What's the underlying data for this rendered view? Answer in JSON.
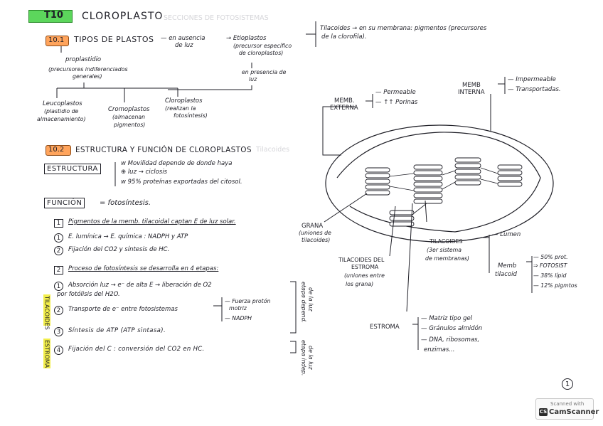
{
  "header": {
    "tag": "T10",
    "title": "CLOROPLASTO"
  },
  "ghost": [
    "SECCIONES DE FOTOSISTEMAS",
    "Tilacoides"
  ],
  "s1": {
    "num": "10.1",
    "title": "TIPOS DE PLASTOS",
    "ausencia": [
      "— en ausencia",
      "de luz"
    ],
    "etioplastos": [
      "→ Etioplastos",
      "(precursor específico",
      "de cloroplastos)"
    ],
    "tilacoides_note": [
      "Tilacoides → en su membrana: pigmentos (precursores",
      "de la clorofila)."
    ],
    "presencia": [
      "en presencia de",
      "luz"
    ],
    "proplastidio": [
      "proplastidio",
      "(precursores indiferenciados",
      "generales)"
    ],
    "leucoplastos": [
      "Leucoplastos",
      "(plastidio de",
      "almacenamiento)"
    ],
    "cromoplastos": [
      "Cromoplastos",
      "(almacenan",
      "pigmentos)"
    ],
    "cloroplastos": [
      "Cloroplastos",
      "(realizan la",
      "fotosíntesis)"
    ]
  },
  "s2": {
    "num": "10.2",
    "title": "ESTRUCTURA Y FUNCIÓN DE CLOROPLASTOS",
    "estructura_label": "ESTRUCTURA",
    "estructura": [
      "w Movilidad depende de donde haya",
      "⊕ luz → ciclosis",
      "w 95% proteínas exportadas del citosol."
    ],
    "funcion_label": "FUNCIÓN",
    "funcion_eq": "= fotosíntesis.",
    "p1": {
      "num": "1",
      "text": "Pigmentos de la memb. tilacoidal captan E de luz solar."
    },
    "p1_items": [
      {
        "num": "1",
        "text": "E. lumínica → E. química : NADPH y ATP"
      },
      {
        "num": "2",
        "text": "Fijación del CO2 y síntesis de HC."
      }
    ],
    "p2": {
      "num": "2",
      "text": "Proceso de fotosíntesis se desarrolla en 4 etapas:"
    },
    "etapas": [
      {
        "num": "1",
        "text": "Absorción luz → e⁻ de alta E → liberación de O2",
        "text2": "por fotólisis del H2O."
      },
      {
        "num": "2",
        "text": "Transporte de e⁻ entre fotosistemas"
      },
      {
        "num": "3",
        "text": "Síntesis de ATP (ATP sintasa)."
      },
      {
        "num": "4",
        "text": "Fijación del C : conversión del CO2 en HC."
      }
    ],
    "transporte_out": [
      "— Fuerza protón",
      "motriz",
      "— NADPH"
    ],
    "dep_luz": [
      "etapa depend.",
      "de la luz"
    ],
    "indep_luz": [
      "etapa indep.",
      "de la luz"
    ],
    "side_tilacoides": "TILACOIDES",
    "side_estroma": "ESTROMA"
  },
  "diagram": {
    "memb_externa": [
      "MEMB.",
      "EXTERNA"
    ],
    "externa_props": [
      "— Permeable",
      "— ↑↑ Porinas"
    ],
    "memb_interna": [
      "MEMB",
      "INTERNA"
    ],
    "interna_props": [
      "— Impermeable",
      "— Transportadas."
    ],
    "grana": [
      "GRANA",
      "(uniones de",
      "tilacoides)"
    ],
    "tilacoides_estroma": [
      "TILACOIDES DEL",
      "ESTROMA",
      "(uniones entre",
      "los grana)"
    ],
    "tilacoides": [
      "TILACOIDES",
      "(3er sistema",
      "de membranas)"
    ],
    "lumen": "— Lumen",
    "memb_tilacoid": [
      "Memb",
      "tilacoid"
    ],
    "memb_tilacoid_props": [
      "— 50% prot.",
      "⇒ FOTOSIST",
      "— 38% lípid",
      "— 12% pigmtos"
    ],
    "estroma": "ESTROMA",
    "estroma_props": [
      "— Matriz tipo gel",
      "— Gránulos almidón",
      "— DNA, ribosomas,",
      "enzimas..."
    ]
  },
  "page_number": "1",
  "scanner": {
    "line1": "Scanned with",
    "line2": "CamScanner",
    "icon": "CS"
  },
  "colors": {
    "green": "#5cd65c",
    "orange": "#ffa45c",
    "yellow": "#f2ee4a",
    "ink": "#1e1e26"
  }
}
